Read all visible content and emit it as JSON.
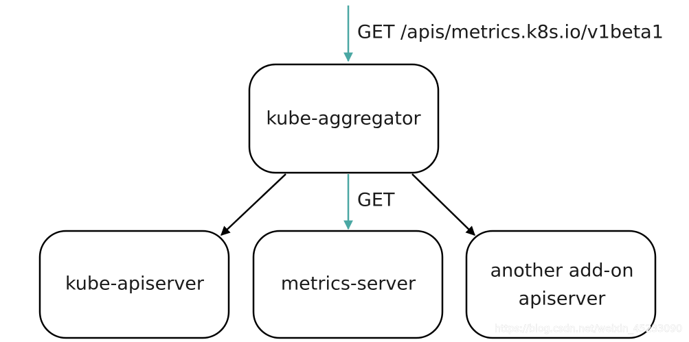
{
  "colors": {
    "teal_edge": "#4aa7a3",
    "black_edge": "#000000",
    "box_stroke": "#000000"
  },
  "request": {
    "label": "GET /apis/metrics.k8s.io/v1beta1"
  },
  "nodes": {
    "aggregator": "kube-aggregator",
    "apiserver": "kube-apiserver",
    "metrics_server": "metrics-server",
    "addon_line1": "another add-on",
    "addon_line2": "apiserver"
  },
  "edges": {
    "get_label": "GET"
  },
  "watermark": "https://blog.csdn.net/weixin_45233090"
}
